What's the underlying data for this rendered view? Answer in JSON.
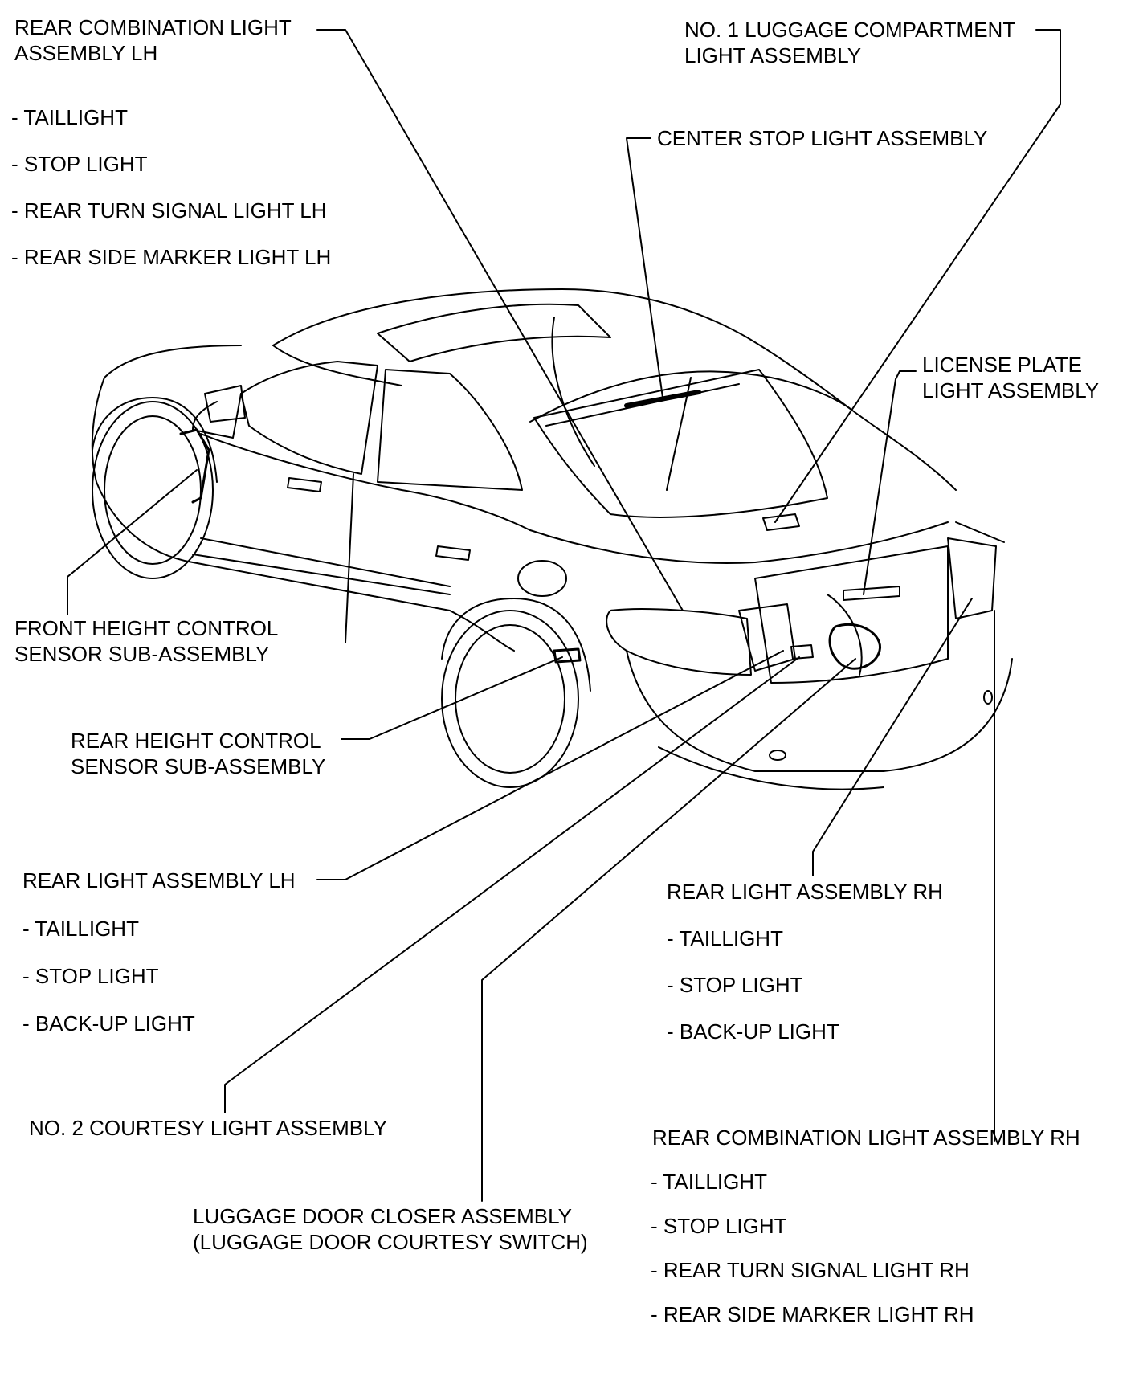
{
  "labels": {
    "rear_combo_lh": {
      "line1": "REAR COMBINATION LIGHT",
      "line2": "ASSEMBLY LH",
      "items": [
        "- TAILLIGHT",
        "- STOP LIGHT",
        "- REAR TURN SIGNAL LIGHT LH",
        "- REAR SIDE MARKER LIGHT LH"
      ]
    },
    "no1_luggage": {
      "line1": "NO. 1 LUGGAGE COMPARTMENT",
      "line2": "LIGHT ASSEMBLY"
    },
    "center_stop": {
      "line1": "CENTER STOP LIGHT ASSEMBLY"
    },
    "license_plate": {
      "line1": "LICENSE PLATE",
      "line2": "LIGHT ASSEMBLY"
    },
    "front_height": {
      "line1": "FRONT HEIGHT CONTROL",
      "line2": "SENSOR SUB-ASSEMBLY"
    },
    "rear_height": {
      "line1": "REAR HEIGHT CONTROL",
      "line2": "SENSOR SUB-ASSEMBLY"
    },
    "rear_light_lh": {
      "line1": "REAR LIGHT ASSEMBLY LH",
      "items": [
        "- TAILLIGHT",
        "- STOP LIGHT",
        "- BACK-UP LIGHT"
      ]
    },
    "rear_light_rh": {
      "line1": "REAR LIGHT ASSEMBLY RH",
      "items": [
        "- TAILLIGHT",
        "- STOP LIGHT",
        "- BACK-UP LIGHT"
      ]
    },
    "no2_courtesy": {
      "line1": "NO. 2 COURTESY LIGHT ASSEMBLY"
    },
    "luggage_closer": {
      "line1": "LUGGAGE DOOR CLOSER ASSEMBLY",
      "line2": "(LUGGAGE DOOR COURTESY SWITCH)"
    },
    "rear_combo_rh": {
      "line1": "REAR COMBINATION LIGHT ASSEMBLY RH",
      "items": [
        "- TAILLIGHT",
        "- STOP LIGHT",
        "- REAR TURN SIGNAL LIGHT RH",
        "- REAR SIDE MARKER LIGHT RH"
      ]
    }
  },
  "colors": {
    "ink": "#000000",
    "paper": "#ffffff"
  }
}
